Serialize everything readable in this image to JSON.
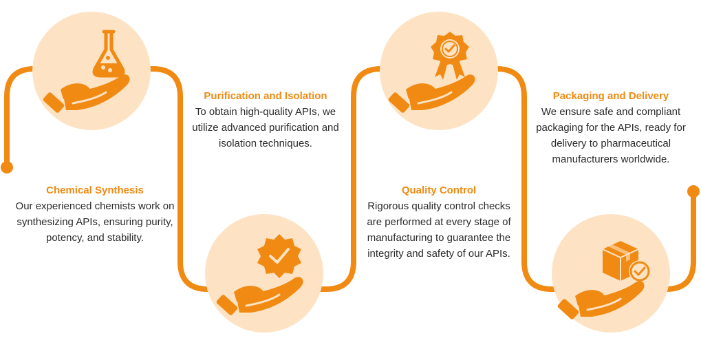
{
  "colors": {
    "accent": "#f08a12",
    "circle": "#fde3c4",
    "text": "#2b2b2b"
  },
  "steps": [
    {
      "title": "Chemical Synthesis",
      "description": "Our experienced chemists work on synthesizing APIs, ensuring purity, potency, and stability.",
      "icon": "flask-in-hand-icon"
    },
    {
      "title": "Purification and Isolation",
      "description": "To obtain high-quality APIs, we utilize advanced purification and isolation techniques.",
      "icon": "badge-check-in-hand-icon"
    },
    {
      "title": "Quality Control",
      "description": "Rigorous quality control checks are performed at every stage of manufacturing to guarantee the integrity and safety of our APIs.",
      "icon": "award-ribbon-in-hand-icon"
    },
    {
      "title": "Packaging and Delivery",
      "description": "We ensure safe and compliant packaging for the APIs, ready for delivery to pharmaceutical manufacturers worldwide.",
      "icon": "package-check-in-hand-icon"
    }
  ]
}
